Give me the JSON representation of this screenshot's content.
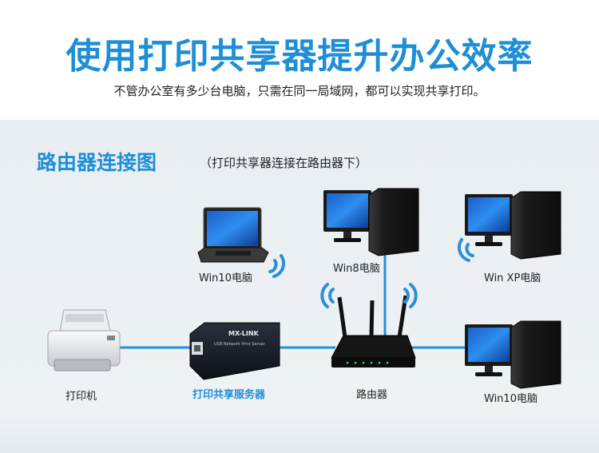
{
  "header": {
    "title": "使用打印共享器提升办公效率",
    "subtitle": "不管办公室有多少台电脑，只需在同一局域网，都可以实现共享打印。"
  },
  "section": {
    "title": "路由器连接图",
    "note": "（打印共享器连接在路由器下）"
  },
  "devices": {
    "printer": "打印机",
    "print_server": "打印共享服务器",
    "router": "路由器",
    "laptop": "Win10电脑",
    "pc_win8": "Win8电脑",
    "pc_xp": "Win XP电脑",
    "pc_win10": "Win10电脑",
    "server_brand": "MX-LINK",
    "server_model": "USB Network Print Server"
  },
  "colors": {
    "accent": "#1e8fd6",
    "line": "#2d8fd5"
  },
  "icons": [
    "printer-icon",
    "print-server-icon",
    "router-icon",
    "laptop-icon",
    "desktop-pc-icon",
    "wifi-icon"
  ]
}
